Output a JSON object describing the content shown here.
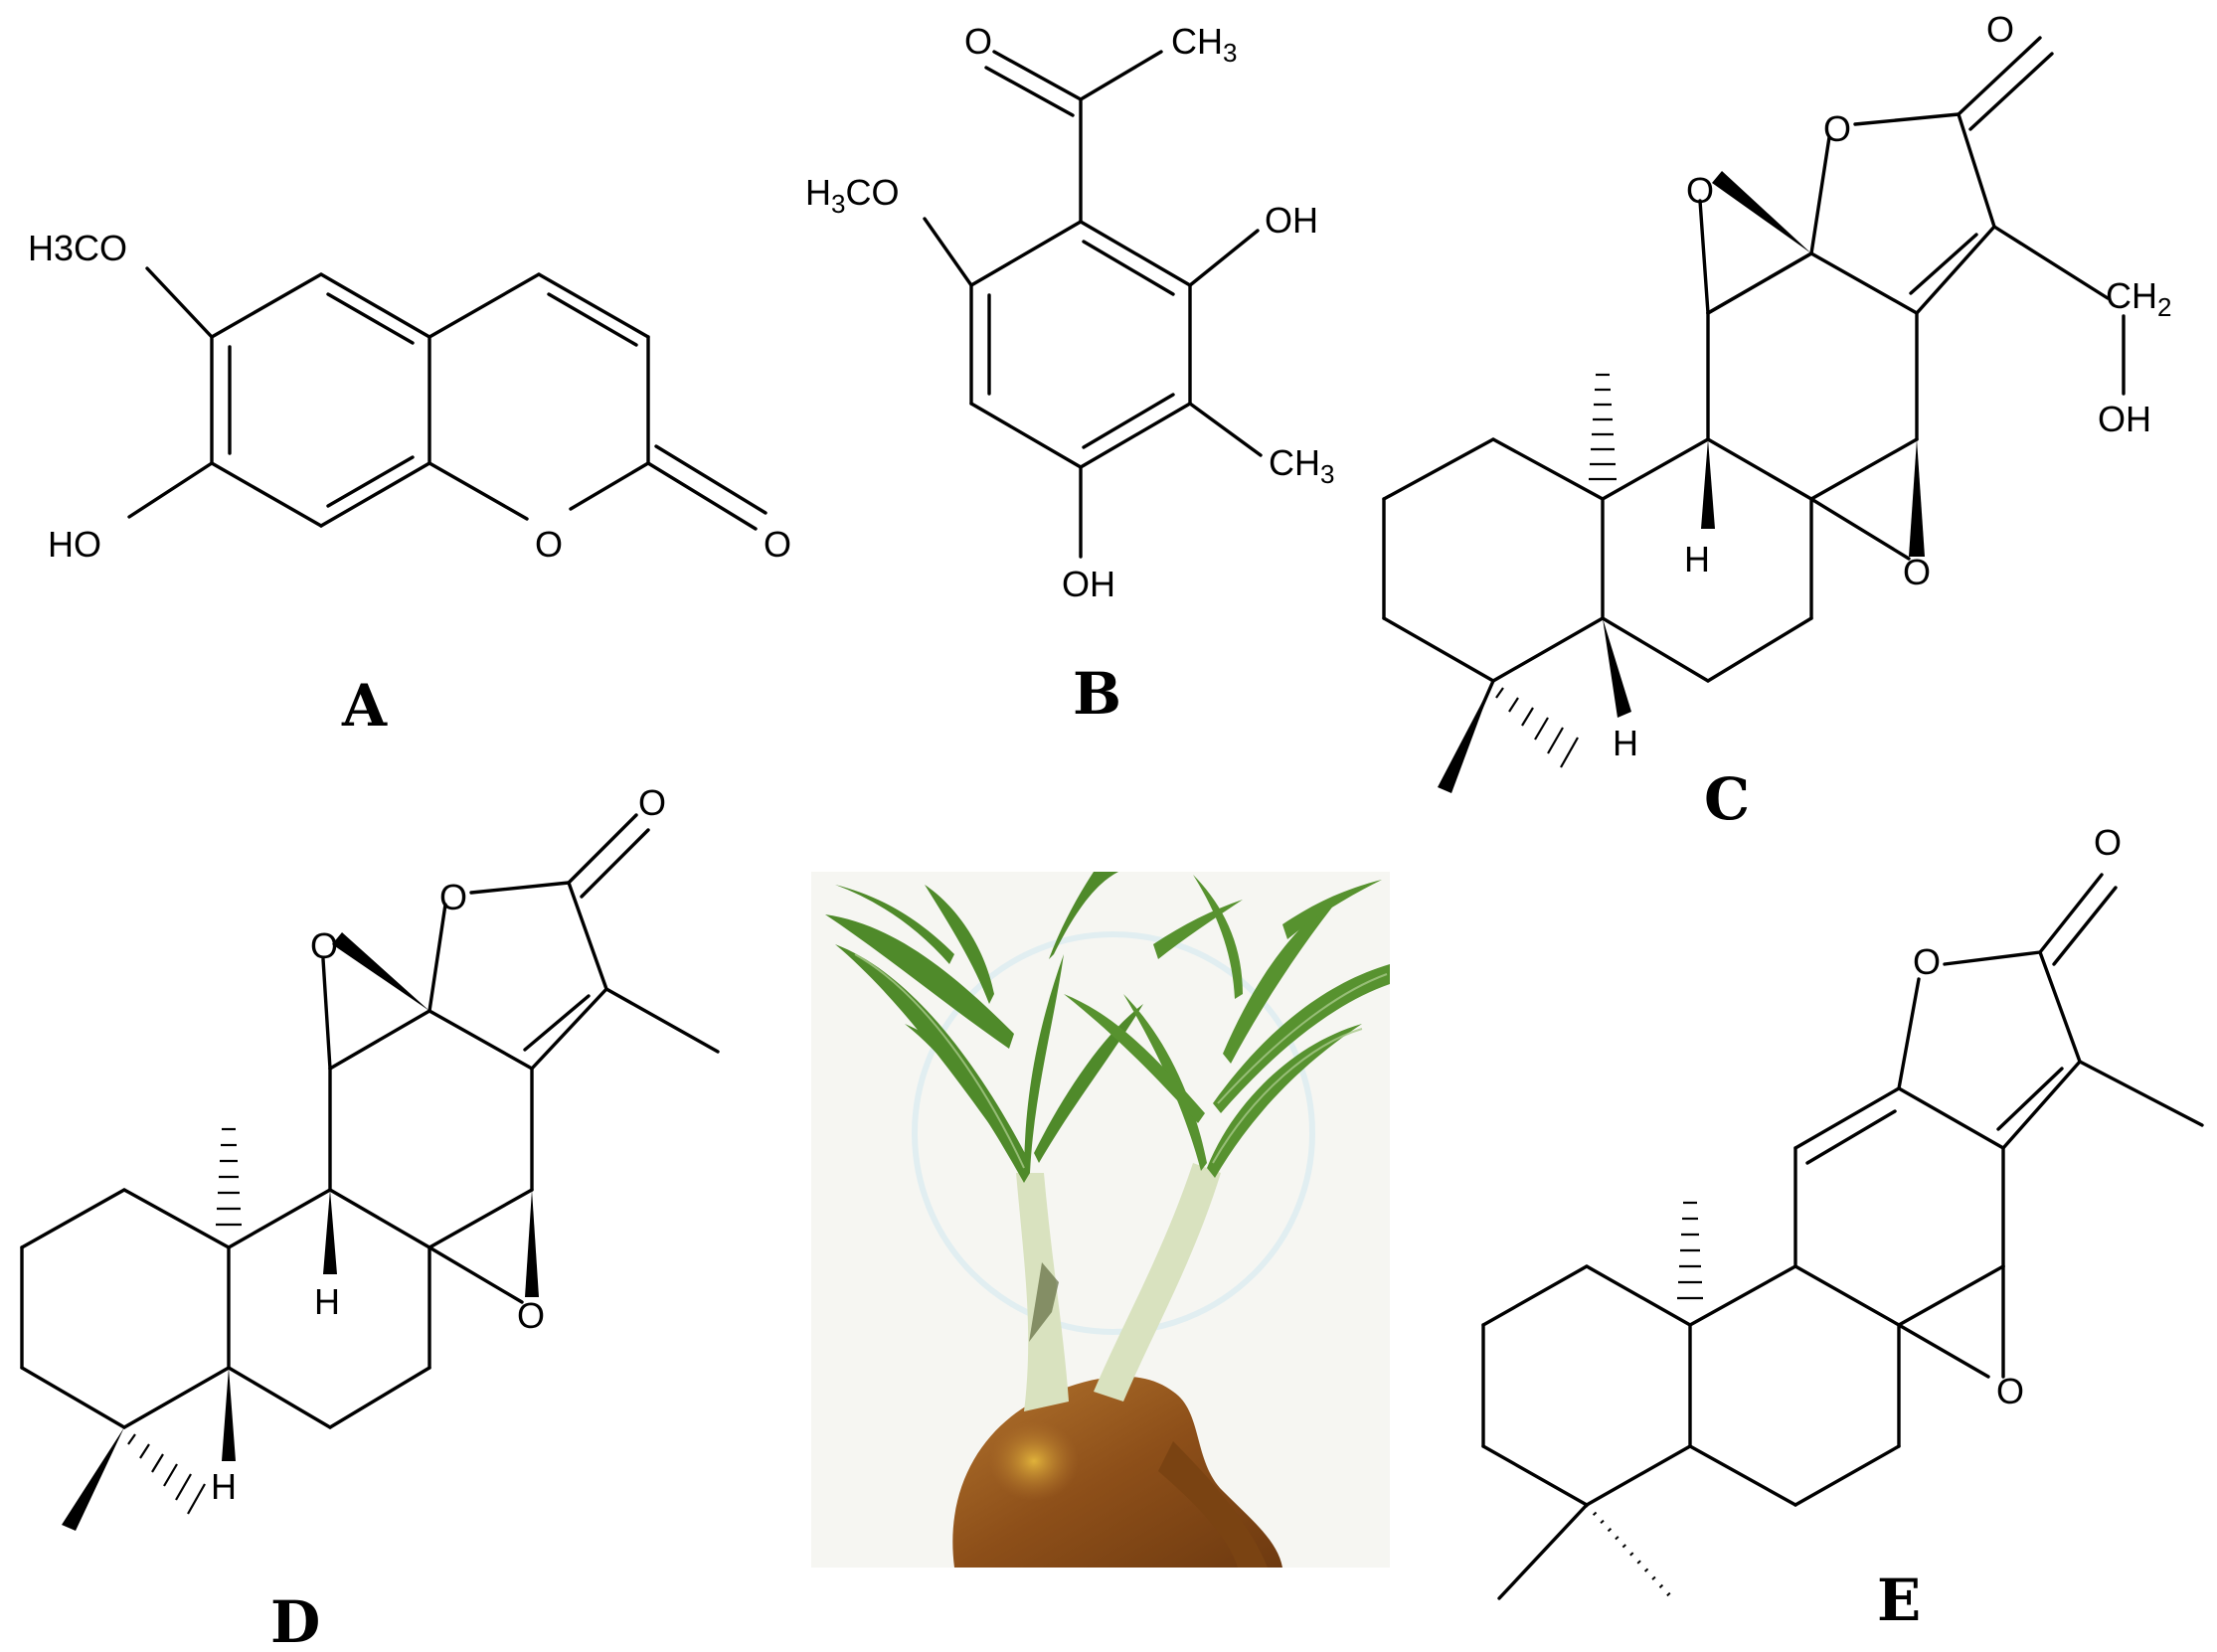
{
  "figure": {
    "panels": [
      {
        "id": "A",
        "label": "A",
        "atoms": {
          "methoxy": "H3CO",
          "hydroxy": "HO",
          "ring_o": "O",
          "carbonyl_o": "O"
        }
      },
      {
        "id": "B",
        "label": "B",
        "atoms": {
          "carbonyl_o": "O",
          "acetyl_methyl": "CH3",
          "methoxy": "H3CO",
          "hydroxy_top": "OH",
          "methyl": "CH3",
          "hydroxy_bottom": "OH"
        }
      },
      {
        "id": "C",
        "label": "C",
        "atoms": {
          "carbonyl_o": "O",
          "lactone_o": "O",
          "epoxide_top_o": "O",
          "ch2": "CH2",
          "oh": "OH",
          "h_mid": "H",
          "epoxide_bottom_o": "O",
          "h_low": "H"
        }
      },
      {
        "id": "D",
        "label": "D",
        "atoms": {
          "carbonyl_o": "O",
          "lactone_o": "O",
          "epoxide_top_o": "O",
          "h_mid": "H",
          "epoxide_bottom_o": "O",
          "h_low": "H"
        }
      },
      {
        "id": "E",
        "label": "E",
        "atoms": {
          "carbonyl_o": "O",
          "lactone_o": "O",
          "epoxide_o": "O"
        }
      }
    ],
    "photo": {
      "subject": "plant-root-photo",
      "colors": {
        "background": "#f6f6f2",
        "leaf": "#4f8a2a",
        "stem": "#d9e2bf",
        "root": "#9a5a1e"
      }
    }
  }
}
